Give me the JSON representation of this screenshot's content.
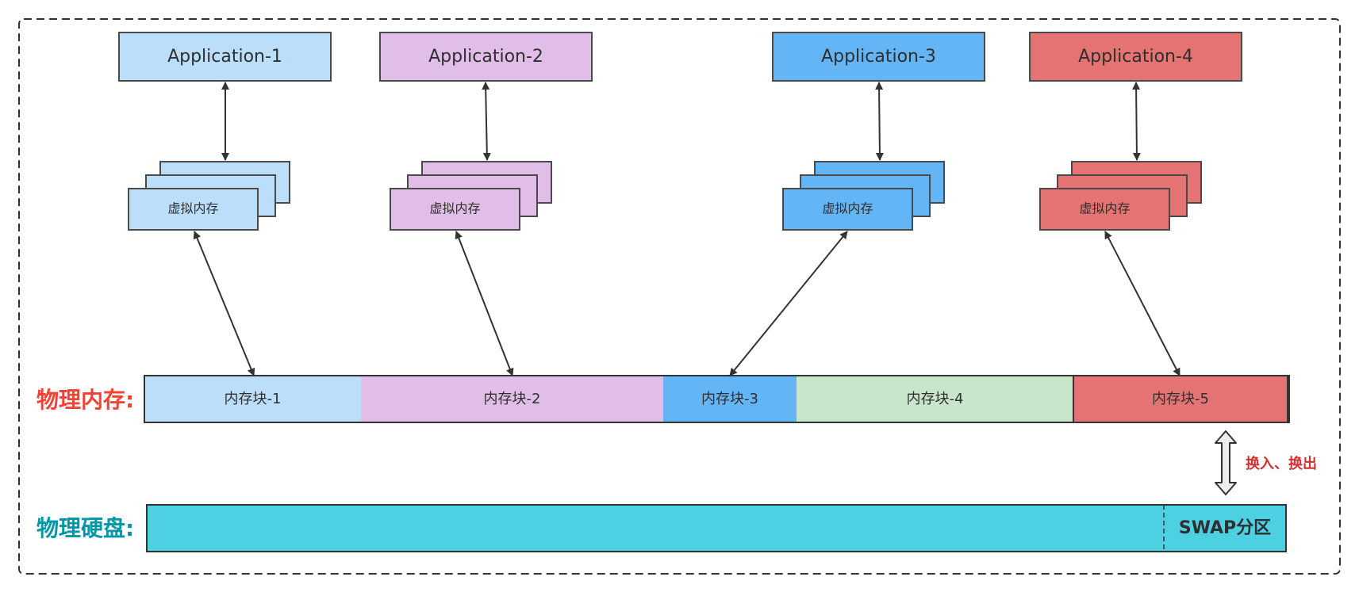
{
  "applications": [
    {
      "label": "Application-1",
      "color": "#bbdefb"
    },
    {
      "label": "Application-2",
      "color": "#e1bee7"
    },
    {
      "label": "Application-3",
      "color": "#64b5f6"
    },
    {
      "label": "Application-4",
      "color": "#e57373"
    }
  ],
  "virtual_memory": {
    "label": "虚拟内存"
  },
  "physical_memory": {
    "label": "物理内存:",
    "label_color": "#f44336",
    "blocks": [
      {
        "label": "内存块-1",
        "color": "#bbdefb"
      },
      {
        "label": "内存块-2",
        "color": "#e1bee7"
      },
      {
        "label": "内存块-3",
        "color": "#64b5f6"
      },
      {
        "label": "内存块-4",
        "color": "#c8e6c9"
      },
      {
        "label": "内存块-5",
        "color": "#e57373"
      }
    ]
  },
  "disk": {
    "label": "物理硬盘:",
    "label_color": "#0097a7",
    "fill_color": "#4dd0e1",
    "swap_label": "SWAP分区"
  },
  "swap_io": {
    "label": "换入、换出",
    "color": "#d32f2f"
  }
}
